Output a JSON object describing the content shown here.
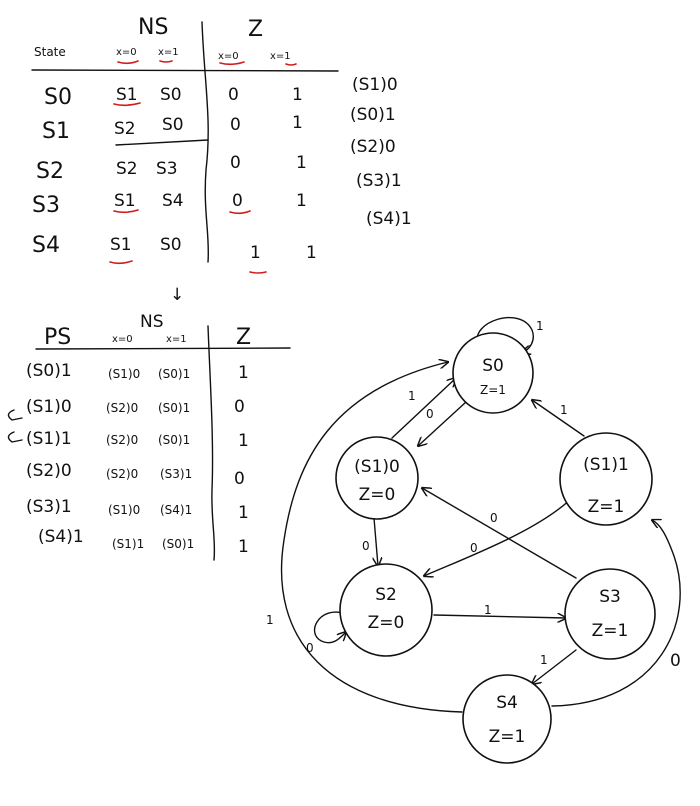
{
  "table1": {
    "header_ns": "NS",
    "header_z": "Z",
    "header_state": "State",
    "sub_x0": "x=0",
    "sub_x1": "x=1",
    "rows": [
      {
        "state": "S0",
        "ns0": "S1",
        "ns1": "S0",
        "z0": "0",
        "z1": "1",
        "pair": "(S1)0"
      },
      {
        "state": "S1",
        "ns0": "S2",
        "ns1": "S0",
        "z0": "0",
        "z1": "1",
        "pair": "(S0)1"
      },
      {
        "state": "S2",
        "ns0": "S2",
        "ns1": "S3",
        "z0": "0",
        "z1": "1",
        "pair": "(S2)0"
      },
      {
        "state": "S3",
        "ns0": "S1",
        "ns1": "S4",
        "z0": "0",
        "z1": "1",
        "pair": "(S3)1"
      },
      {
        "state": "S4",
        "ns0": "S1",
        "ns1": "S0",
        "z0": "1",
        "z1": "1",
        "pair": "(S4)1"
      }
    ]
  },
  "arrow_down": "↓",
  "table2": {
    "header_ps": "PS",
    "header_ns": "NS",
    "header_z": "Z",
    "sub_x0": "x=0",
    "sub_x1": "x=1",
    "rows": [
      {
        "ps": "(S0)1",
        "ns0": "(S1)0",
        "ns1": "(S0)1",
        "z": "1"
      },
      {
        "ps": "(S1)0",
        "ns0": "(S2)0",
        "ns1": "(S0)1",
        "z": "0"
      },
      {
        "ps": "(S1)1",
        "ns0": "(S2)0",
        "ns1": "(S0)1",
        "z": "1"
      },
      {
        "ps": "(S2)0",
        "ns0": "(S2)0",
        "ns1": "(S3)1",
        "z": "0"
      },
      {
        "ps": "(S3)1",
        "ns0": "(S1)0",
        "ns1": "(S4)1",
        "z": "1"
      },
      {
        "ps": "(S4)1",
        "ns0": "(S1)1",
        "ns1": "(S0)1",
        "z": "1"
      }
    ]
  },
  "diagram": {
    "nodes": {
      "s0": {
        "label": "S0",
        "out": "Z=1"
      },
      "s1a": {
        "label": "(S1)0",
        "out": "Z=0"
      },
      "s1b": {
        "label": "(S1)1",
        "out": "Z=1"
      },
      "s2": {
        "label": "S2",
        "out": "Z=0"
      },
      "s3": {
        "label": "S3",
        "out": "Z=1"
      },
      "s4": {
        "label": "S4",
        "out": "Z=1"
      }
    },
    "edge_labels": {
      "s0_self": "1",
      "s1a_s0": "1",
      "s0_s1a": "0",
      "s1b_s0": "1",
      "s3_s1a": "0",
      "s1b_s2": "0",
      "s1a_s2": "0",
      "s2_self": "0",
      "s2_s3": "1",
      "s3_s4": "1",
      "s4_s0": "1",
      "s4_s1b": "0"
    }
  }
}
